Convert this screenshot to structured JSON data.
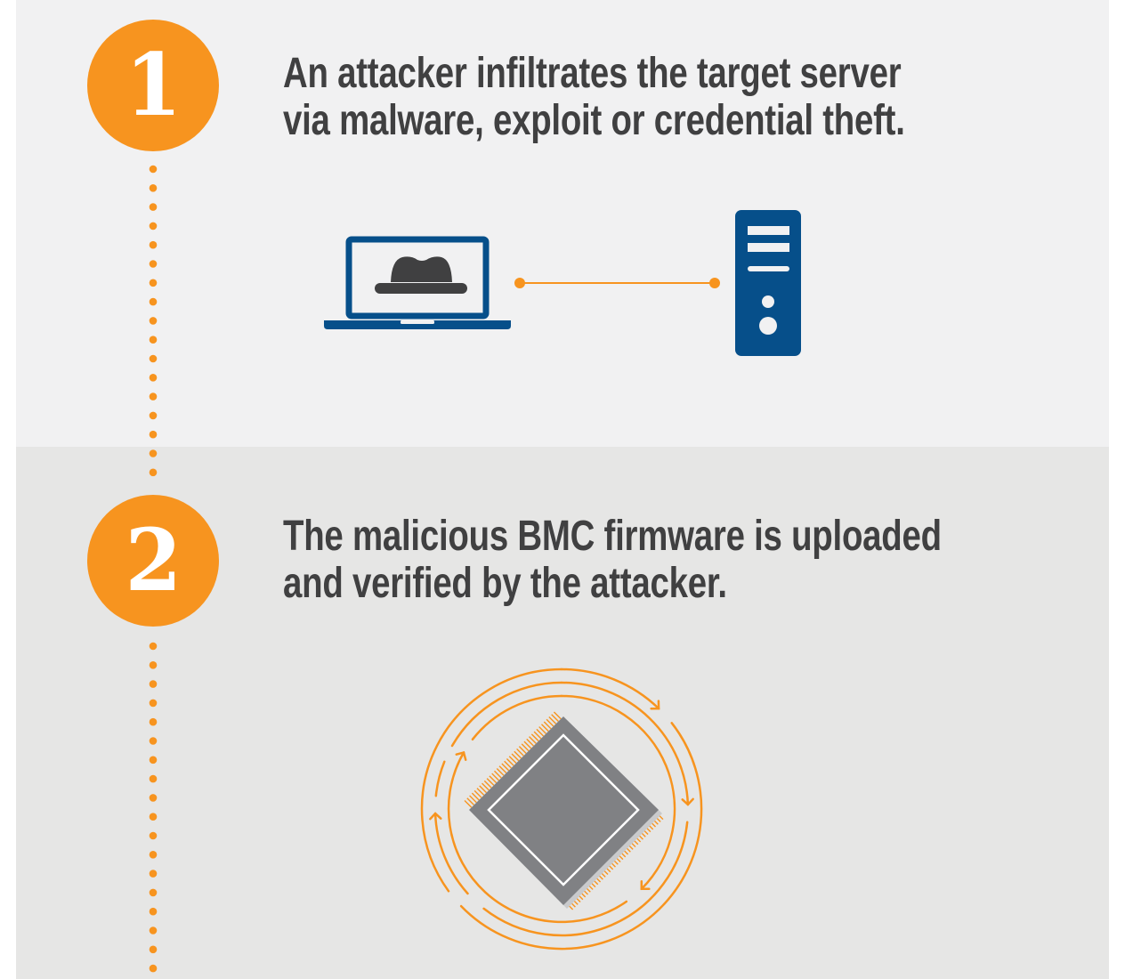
{
  "colors": {
    "accent_orange": "#f7941f",
    "icon_blue": "#064f8a",
    "text_dark": "#404041",
    "chip_gray": "#808184",
    "panel_light": "#f1f1f2",
    "panel_mid": "#e6e6e5"
  },
  "steps": [
    {
      "number": "1",
      "lines": [
        "An attacker infiltrates the target server",
        "via malware, exploit or credential theft."
      ],
      "illustration": {
        "icons": [
          "laptop-icon",
          "hacker-hat-icon",
          "connection-line",
          "server-tower-icon"
        ]
      }
    },
    {
      "number": "2",
      "lines": [
        "The malicious BMC firmware is uploaded",
        "and verified by the attacker."
      ],
      "illustration": {
        "icons": [
          "microchip-icon",
          "circular-refresh-arrows-icon"
        ]
      }
    }
  ]
}
